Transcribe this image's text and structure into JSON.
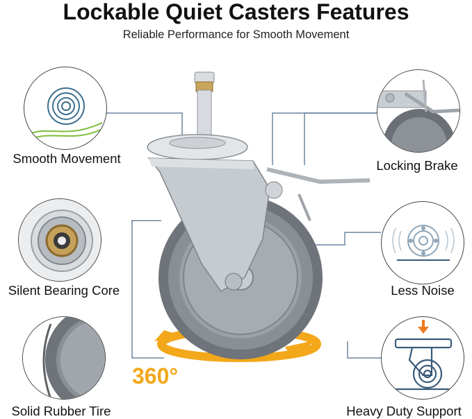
{
  "title": "Lockable Quiet Casters Features",
  "subtitle": "Reliable Performance for Smooth Movement",
  "features": {
    "smooth_movement": {
      "label": "Smooth Movement",
      "icon": "concentric-circles-waves-icon"
    },
    "silent_bearing_core": {
      "label": "Silent Bearing Core",
      "icon": "ball-bearing-icon"
    },
    "solid_rubber_tire": {
      "label": "Solid Rubber Tire",
      "icon": "rubber-tire-closeup-icon"
    },
    "locking_brake": {
      "label": "Locking Brake",
      "icon": "brake-pedal-closeup-icon"
    },
    "less_noise": {
      "label": "Less Noise",
      "icon": "quiet-bearing-icon"
    },
    "heavy_duty_support": {
      "label": "Heavy Duty Support",
      "icon": "load-arrow-caster-icon"
    }
  },
  "rotation": {
    "label": "360°",
    "color": "#F3A71A"
  },
  "colors": {
    "accent": "#F3A71A",
    "tire": "#7A7F85",
    "metal": "#C9CED3",
    "line": "#3A5A7A",
    "orange_arrow": "#EE7A1E"
  }
}
